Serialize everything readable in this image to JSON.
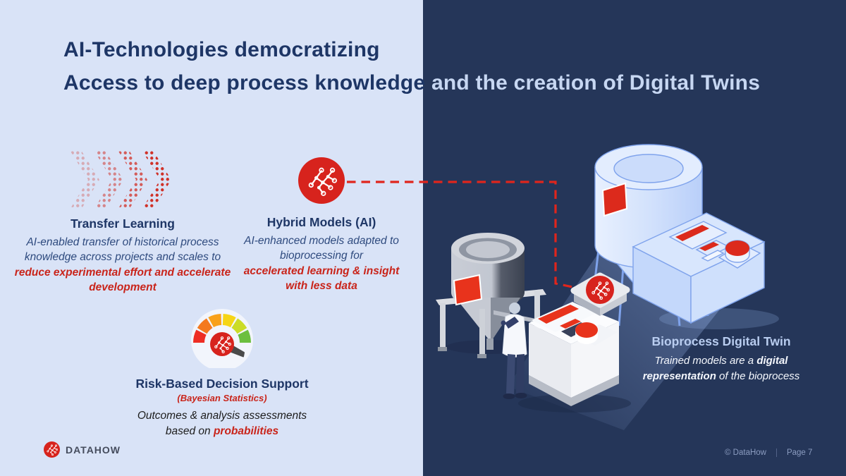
{
  "colors": {
    "bg-left": "#d9e3f7",
    "bg-right": "#253659",
    "heading": "#1e3666",
    "body-blue": "#2e4a7e",
    "red": "#d7231d",
    "red-text": "#c9241a",
    "title-light": "#c7d7f2",
    "twin-heading": "#b9cdf0",
    "twin-body": "#f4f7fd",
    "footer-muted": "#8b9cc0",
    "logo-text": "#454c5d",
    "ink": "#1c1c1c"
  },
  "title": {
    "line1": "AI-Technologies democratizing",
    "line2_left": "Access to deep process knowledge",
    "line2_right": "and the creation of Digital Twins"
  },
  "sections": {
    "transfer": {
      "icon": "chevron-dots-icon",
      "heading": "Transfer Learning",
      "body": "AI-enabled transfer of historical process knowledge across projects and scales to",
      "highlight": "reduce experimental effort and accelerate development"
    },
    "hybrid": {
      "icon": "neural-network-icon",
      "heading": "Hybrid Models (AI)",
      "body": "AI-enhanced models adapted to bioprocessing for",
      "highlight": "accelerated learning & insight with less data"
    },
    "risk": {
      "icon": "risk-gauge-icon",
      "heading": "Risk-Based Decision Support",
      "subheading": "(Bayesian Statistics)",
      "body_line1": "Outcomes & analysis assessments",
      "body_line2_prefix": "based on ",
      "highlight": "probabilities"
    },
    "twin": {
      "heading": "Bioprocess Digital Twin",
      "body_prefix": "Trained models are a ",
      "body_bold": "digital representation",
      "body_suffix": " of the bioprocess"
    }
  },
  "footer": {
    "brand": "DATAHOW",
    "copyright": "© DataHow",
    "page": "Page 7"
  }
}
